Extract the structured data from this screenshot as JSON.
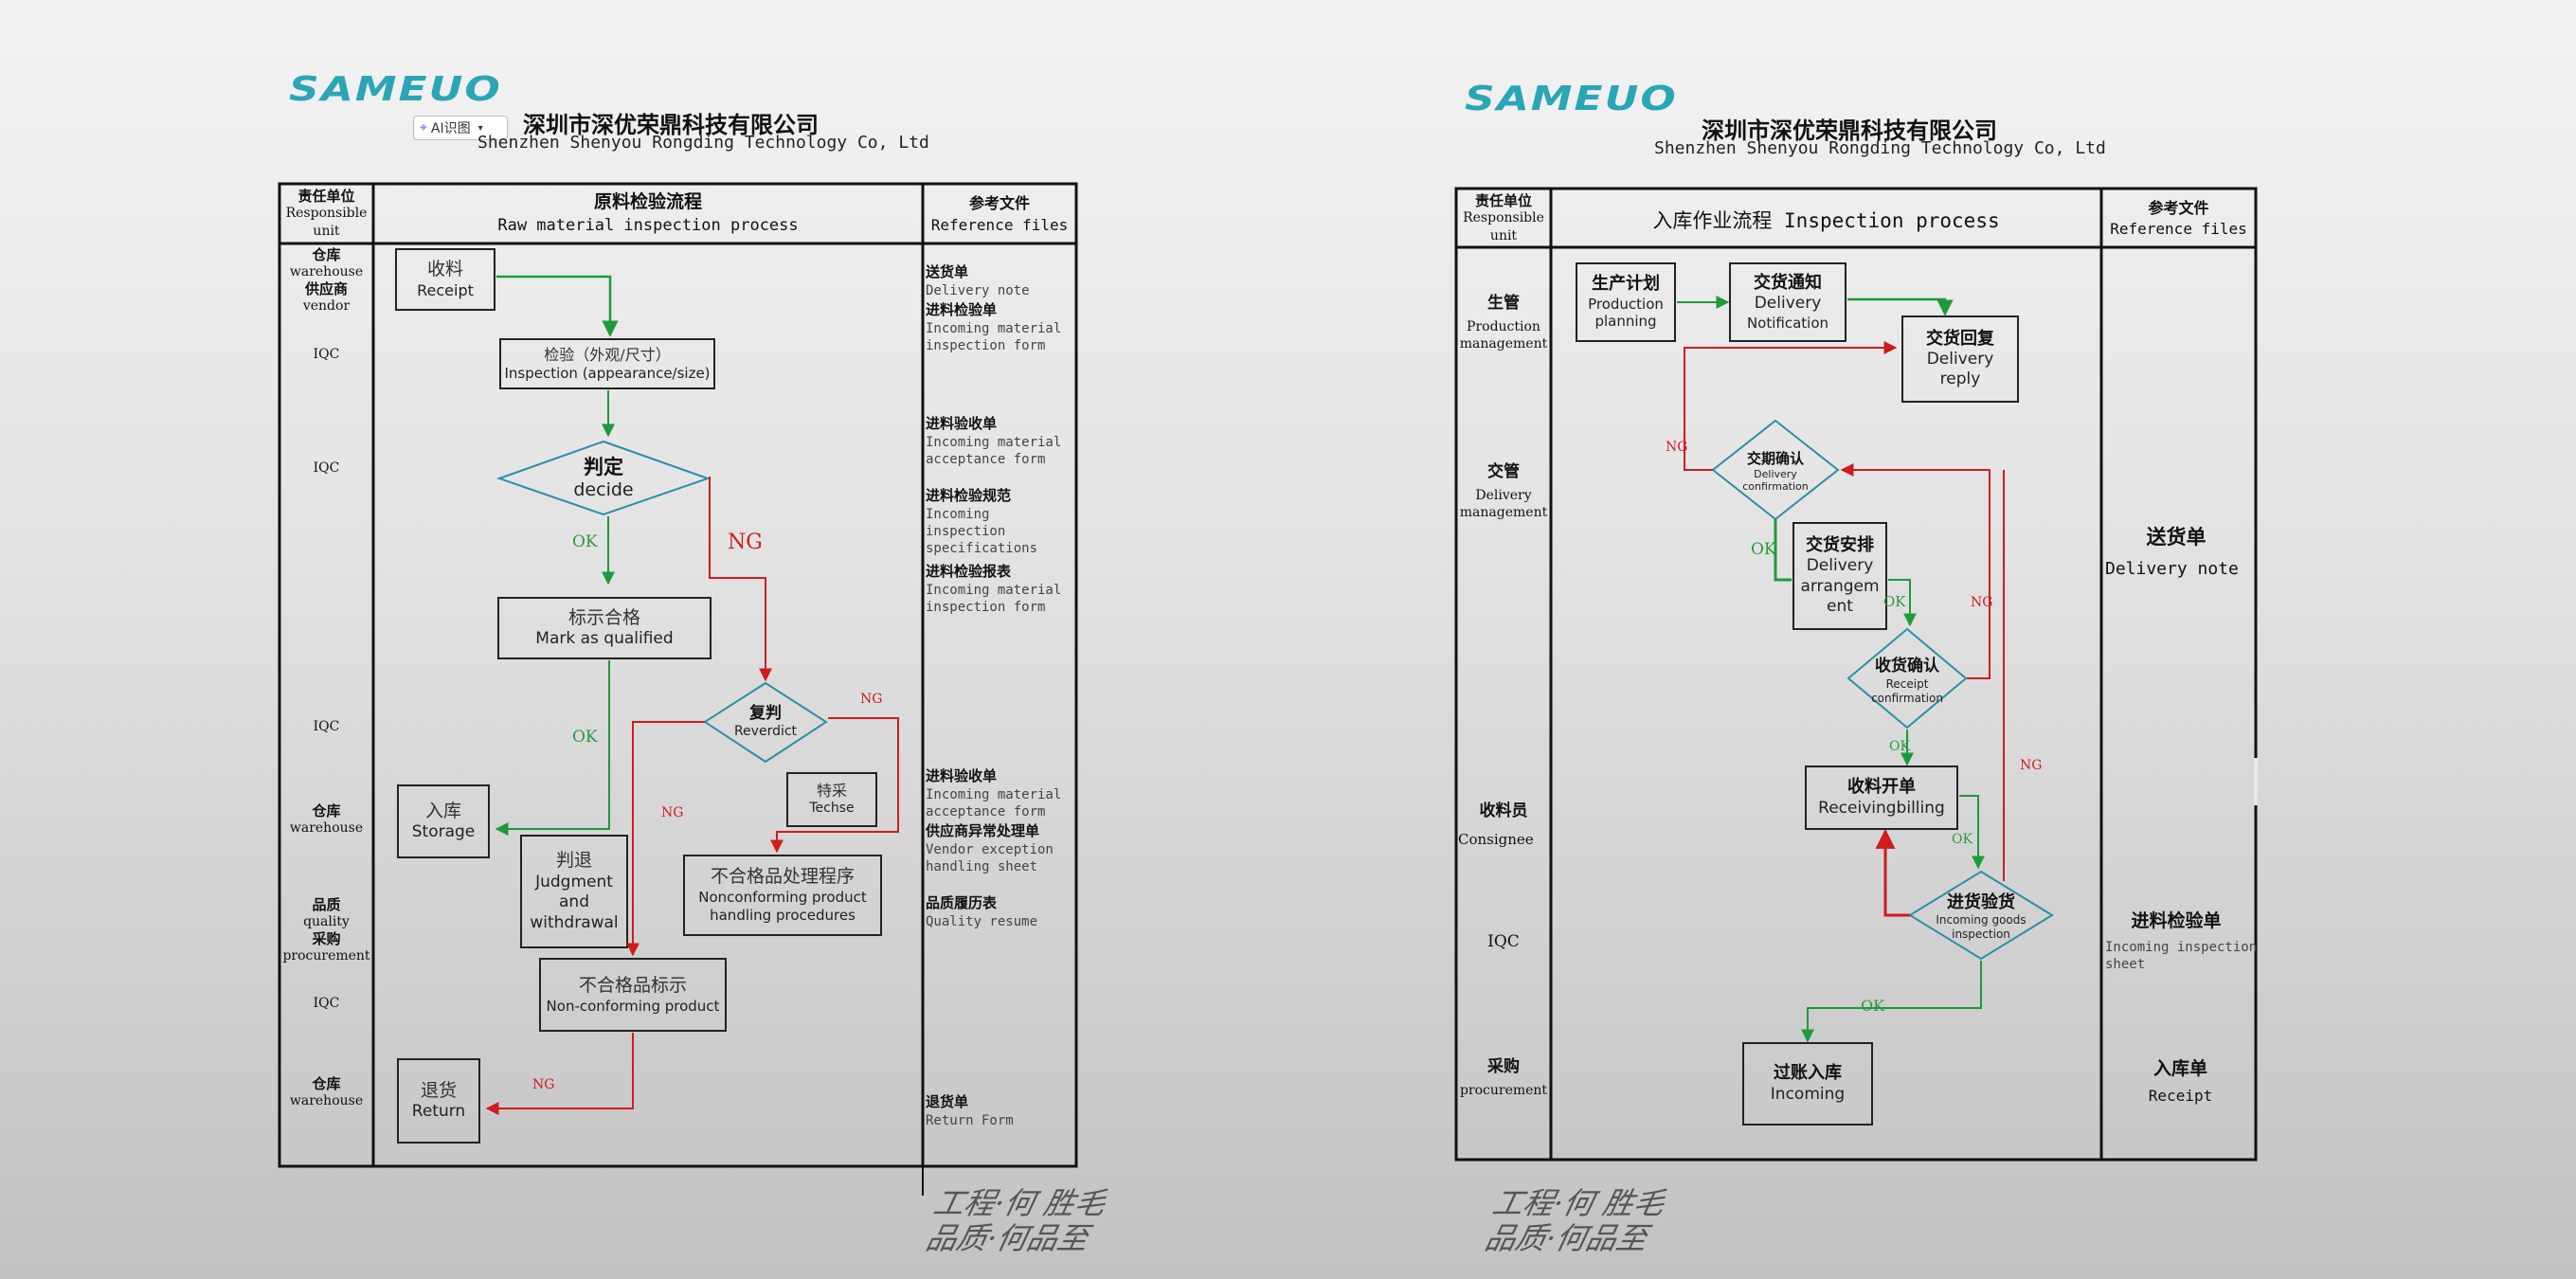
{
  "brand": {
    "logo_text": "SAMEUO",
    "color": "#2aa6b6"
  },
  "colors": {
    "ok_line": "#1e9a3a",
    "ng_line": "#d01c1c",
    "diamond_stroke": "#2a8fa8"
  },
  "ai_tag": {
    "label": "AI识图"
  },
  "left": {
    "company_cn": "深圳市深优荣鼎科技有限公司",
    "company_en": "Shenzhen Shenyou Rongding Technology Co, Ltd",
    "header": {
      "unit_cn": "责任单位",
      "unit_en1": "Responsible",
      "unit_en2": "unit",
      "flow_cn": "原料检验流程",
      "flow_en": "Raw material inspection process",
      "ref_cn": "参考文件",
      "ref_en": "Reference files"
    },
    "units": [
      {
        "l1": "仓库",
        "l2": "warehouse",
        "l3": "供应商",
        "l4": "vendor"
      },
      {
        "l1": "IQC"
      },
      {
        "l1": "IQC"
      },
      {
        "l1": "IQC"
      },
      {
        "l1": "仓库",
        "l2": "warehouse"
      },
      {
        "l1": "品质",
        "l2": "quality",
        "l3": "采购",
        "l4": "procurement"
      },
      {
        "l1": "IQC"
      },
      {
        "l1": "仓库",
        "l2": "warehouse"
      }
    ],
    "nodes": {
      "receipt": {
        "cn": "收料",
        "en": "Receipt"
      },
      "inspection": {
        "cn": "检验（外观/尺寸）",
        "en": "Inspection (appearance/size)"
      },
      "decide": {
        "cn": "判定",
        "en": "decide"
      },
      "mark": {
        "cn": "标示合格",
        "en": "Mark as qualified"
      },
      "reverdict": {
        "cn": "复判",
        "en": "Reverdict"
      },
      "techse": {
        "cn": "特采",
        "en": "Techse"
      },
      "storage": {
        "cn": "入库",
        "en": "Storage"
      },
      "judgment": {
        "cn": "判退",
        "en1": "Judgment",
        "en2": "and",
        "en3": "withdrawal"
      },
      "nonconf_proc": {
        "cn": "不合格品处理程序",
        "en1": "Nonconforming product",
        "en2": "handling procedures"
      },
      "nonconf_mark": {
        "cn": "不合格品标示",
        "en": "Non-conforming product"
      },
      "return": {
        "cn": "退货",
        "en": "Return"
      }
    },
    "labels": {
      "ok": "OK",
      "ng": "NG"
    },
    "refs": [
      {
        "cn": "送货单",
        "en": [
          "Delivery note"
        ]
      },
      {
        "cn": "进料检验单",
        "en": [
          "Incoming material",
          "inspection form"
        ]
      },
      {
        "cn": "进料验收单",
        "en": [
          "Incoming material",
          "acceptance form"
        ]
      },
      {
        "cn": "进料检验规范",
        "en": [
          "Incoming",
          "inspection",
          "specifications"
        ]
      },
      {
        "cn": "进料检验报表",
        "en": [
          "Incoming material",
          "inspection form"
        ]
      },
      {
        "cn": "进料验收单",
        "en": [
          "Incoming material",
          "acceptance form"
        ]
      },
      {
        "cn": "供应商异常处理单",
        "en": [
          "Vendor exception",
          "handling sheet"
        ]
      },
      {
        "cn": "品质履历表",
        "en": [
          "Quality resume"
        ]
      },
      {
        "cn": "退货单",
        "en": [
          "Return Form"
        ]
      }
    ]
  },
  "right": {
    "company_cn": "深圳市深优荣鼎科技有限公司",
    "company_en": "Shenzhen Shenyou Rongding Technology Co, Ltd",
    "header": {
      "unit_cn": "责任单位",
      "unit_en1": "Responsible",
      "unit_en2": "unit",
      "flow": "入库作业流程 Inspection process",
      "ref_cn": "参考文件",
      "ref_en": "Reference files"
    },
    "units": [
      {
        "cn": "生管",
        "en1": "Production",
        "en2": "management"
      },
      {
        "cn": "交管",
        "en1": "Delivery",
        "en2": "management"
      },
      {
        "cn": "收料员",
        "en1": "Consignee"
      },
      {
        "cn": "IQC"
      },
      {
        "cn": "采购",
        "en1": "procurement"
      }
    ],
    "nodes": {
      "plan": {
        "cn": "生产计划",
        "en1": "Production",
        "en2": "planning"
      },
      "notify": {
        "cn": "交货通知",
        "en1": "Delivery",
        "en2": "Notification"
      },
      "reply": {
        "cn": "交货回复",
        "en1": "Delivery",
        "en2": "reply"
      },
      "confirm": {
        "cn": "交期确认",
        "en1": "Delivery",
        "en2": "confirmation"
      },
      "arrange": {
        "cn": "交货安排",
        "en1": "Delivery",
        "en2": "arrangem",
        "en3": "ent"
      },
      "receipt_confirm": {
        "cn": "收货确认",
        "en1": "Receipt",
        "en2": "confirmation"
      },
      "billing": {
        "cn": "收料开单",
        "en": "Receivingbilling"
      },
      "goods_insp": {
        "cn": "进货验货",
        "en1": "Incoming goods",
        "en2": "inspection"
      },
      "incoming": {
        "cn": "过账入库",
        "en": "Incoming"
      }
    },
    "labels": {
      "ok": "OK",
      "ng": "NG"
    },
    "refs": [
      {
        "cn": "送货单",
        "en": "Delivery note"
      },
      {
        "cn": "进料检验单",
        "en1": "Incoming inspection",
        "en2": "sheet"
      },
      {
        "cn": "入库单",
        "en": "Receipt"
      }
    ]
  }
}
